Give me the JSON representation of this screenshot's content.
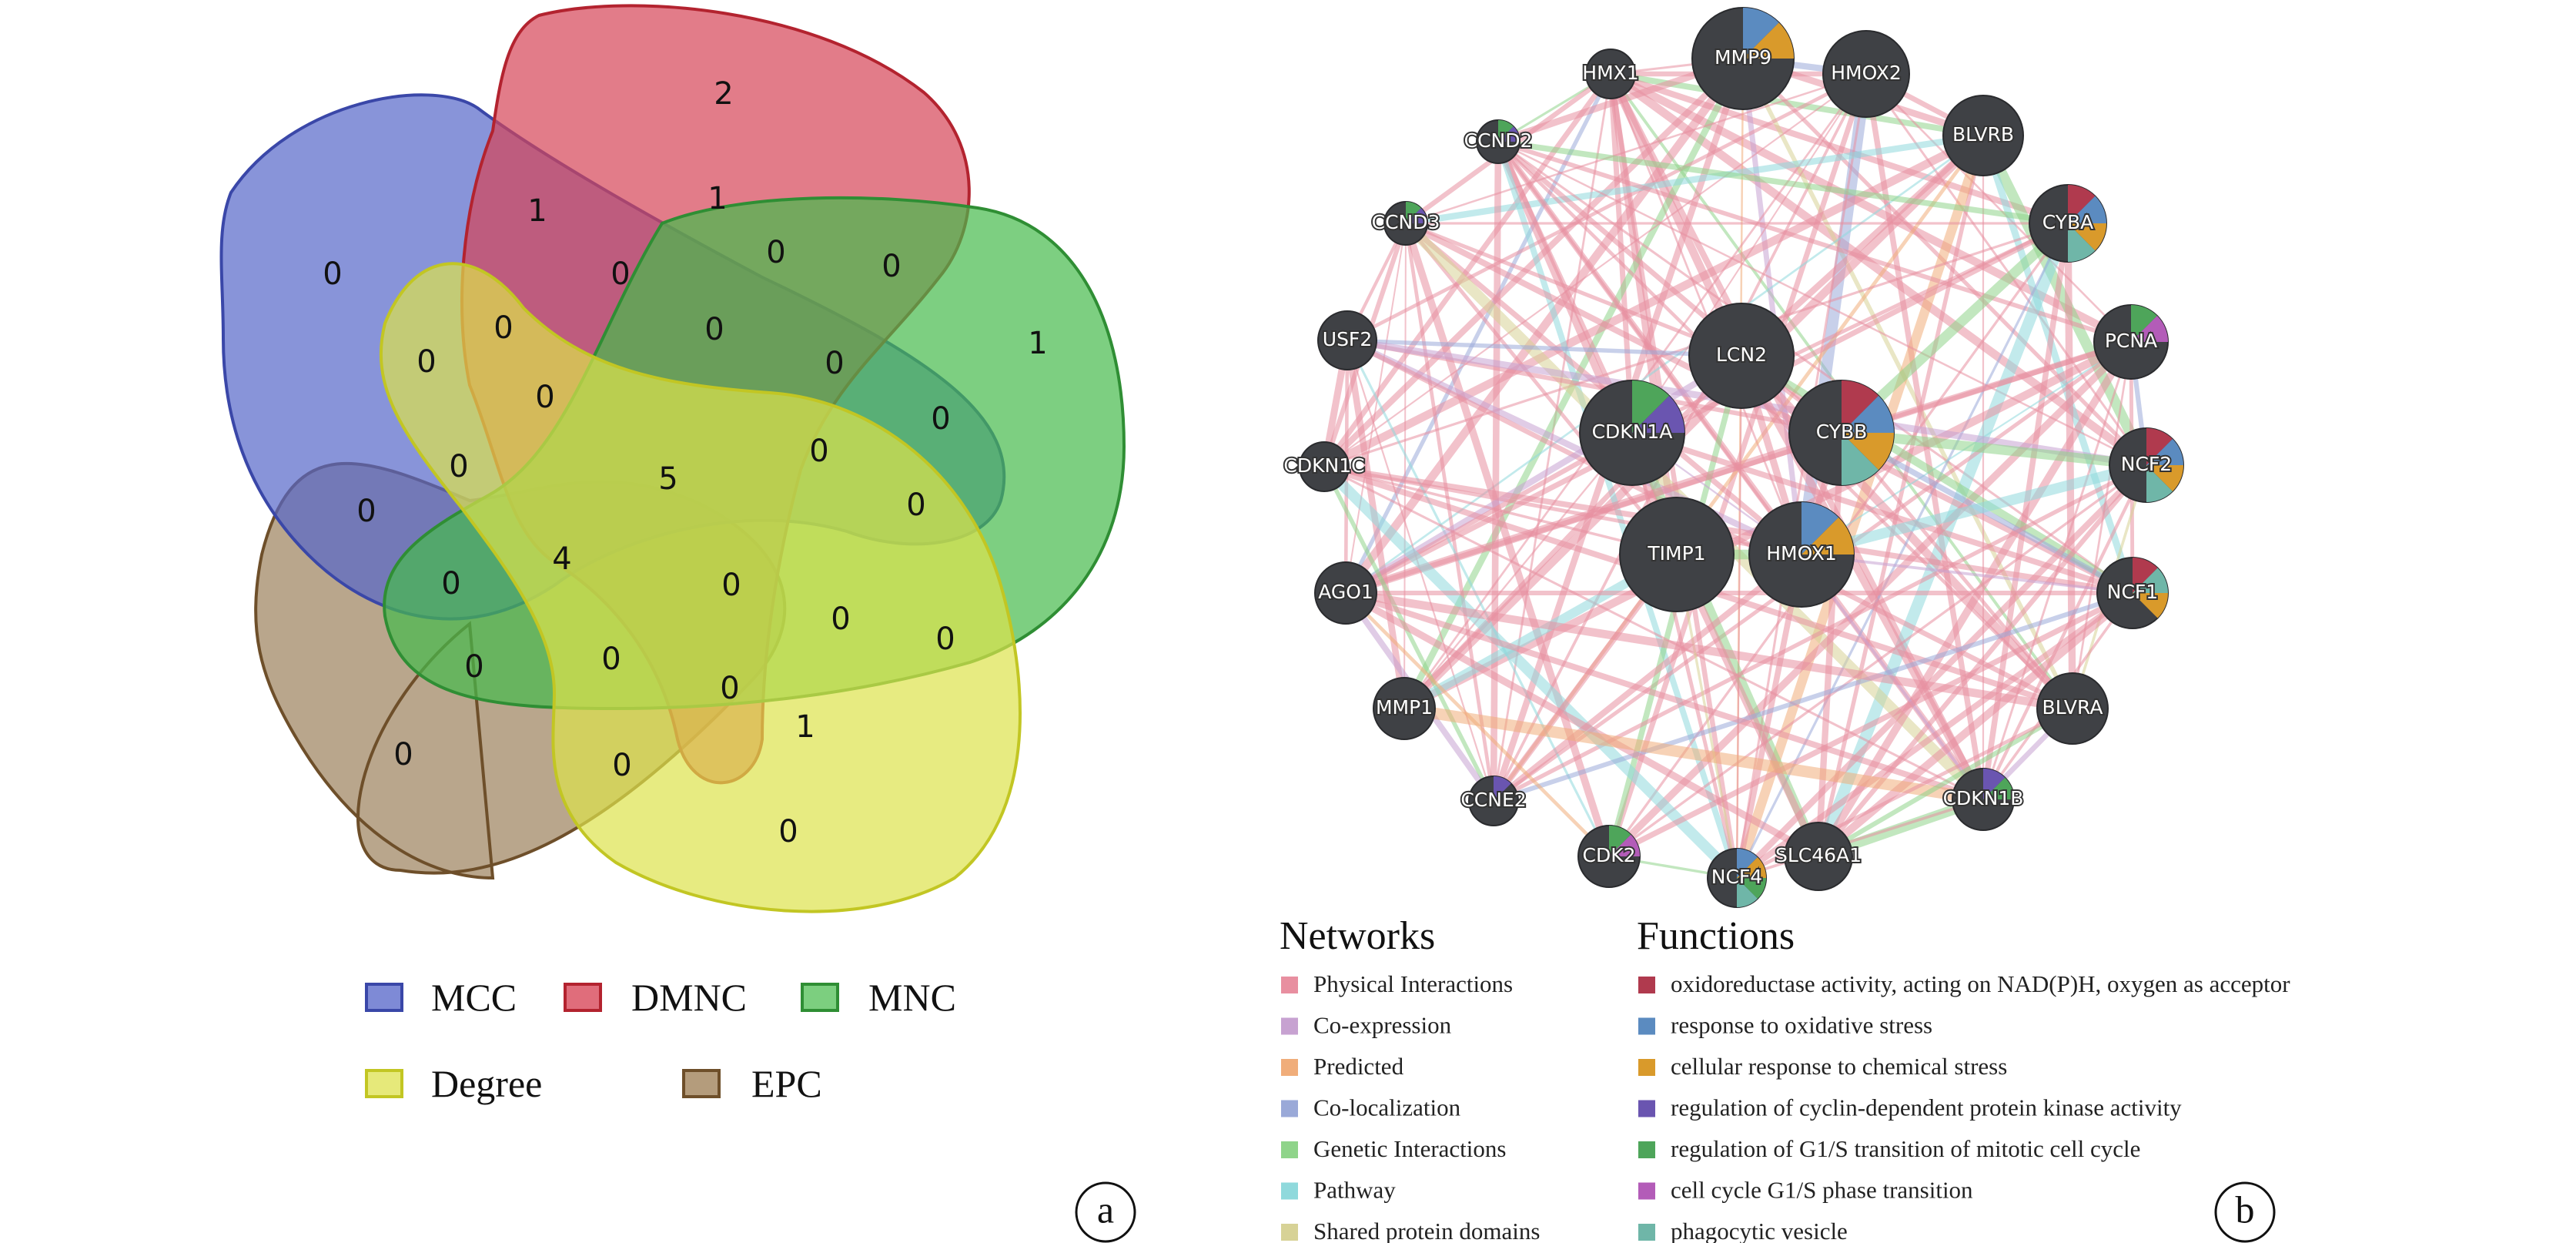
{
  "venn": {
    "sets": [
      {
        "name": "MCC",
        "color": "#4a5bc4",
        "fill": "#5567c9"
      },
      {
        "name": "DMNC",
        "color": "#c9303f",
        "fill": "#d64557"
      },
      {
        "name": "MNC",
        "color": "#2f9e34",
        "fill": "#46ba4c"
      },
      {
        "name": "Degree",
        "color": "#c9cf2a",
        "fill": "#dde24b"
      },
      {
        "name": "EPC",
        "color": "#6e4f2a",
        "fill": "#93774e"
      }
    ],
    "counts": [
      "2",
      "1",
      "1",
      "0",
      "0",
      "0",
      "0",
      "0",
      "0",
      "1",
      "0",
      "0",
      "0",
      "0",
      "0",
      "5",
      "0",
      "0",
      "0",
      "0",
      "0",
      "4",
      "0",
      "0",
      "0",
      "0",
      "0",
      "1",
      "0",
      "0",
      "0"
    ]
  },
  "network": {
    "nodes": [
      {
        "id": "HMX1"
      },
      {
        "id": "MMP9"
      },
      {
        "id": "HMOX2"
      },
      {
        "id": "BLVRB"
      },
      {
        "id": "CCND2"
      },
      {
        "id": "CYBA"
      },
      {
        "id": "CCND3"
      },
      {
        "id": "PCNA"
      },
      {
        "id": "USF2"
      },
      {
        "id": "LCN2"
      },
      {
        "id": "CDKN1A"
      },
      {
        "id": "CYBB"
      },
      {
        "id": "NCF2"
      },
      {
        "id": "CDKN1C"
      },
      {
        "id": "TIMP1"
      },
      {
        "id": "HMOX1"
      },
      {
        "id": "NCF1"
      },
      {
        "id": "AGO1"
      },
      {
        "id": "MMP1"
      },
      {
        "id": "BLVRA"
      },
      {
        "id": "CCNE2"
      },
      {
        "id": "CDKN1B"
      },
      {
        "id": "CDK2"
      },
      {
        "id": "SLC46A1"
      },
      {
        "id": "NCF4"
      }
    ],
    "legend_networks_title": "Networks",
    "legend_networks": [
      {
        "label": "Physical Interactions",
        "color": "#e88fa0"
      },
      {
        "label": "Co-expression",
        "color": "#c7a2d1"
      },
      {
        "label": "Predicted",
        "color": "#f0ad7a"
      },
      {
        "label": "Co-localization",
        "color": "#9aa9d8"
      },
      {
        "label": "Genetic Interactions",
        "color": "#8fd48a"
      },
      {
        "label": "Pathway",
        "color": "#8fd9dc"
      },
      {
        "label": "Shared protein domains",
        "color": "#d7d296"
      }
    ],
    "legend_functions_title": "Functions",
    "legend_functions": [
      {
        "label": "oxidoreductase activity, acting on NAD(P)H, oxygen as acceptor",
        "color": "#b03a4e"
      },
      {
        "label": "response to oxidative stress",
        "color": "#5b8bc0"
      },
      {
        "label": "cellular response to chemical stress",
        "color": "#d99a2b"
      },
      {
        "label": "regulation of cyclin-dependent protein kinase activity",
        "color": "#6a55b0"
      },
      {
        "label": "regulation of G1/S transition of mitotic cell cycle",
        "color": "#4ea55a"
      },
      {
        "label": "cell cycle G1/S phase transition",
        "color": "#b35cb8"
      },
      {
        "label": "phagocytic vesicle",
        "color": "#6fb6a8"
      }
    ]
  },
  "panel_labels": {
    "a": "a",
    "b": "b"
  }
}
